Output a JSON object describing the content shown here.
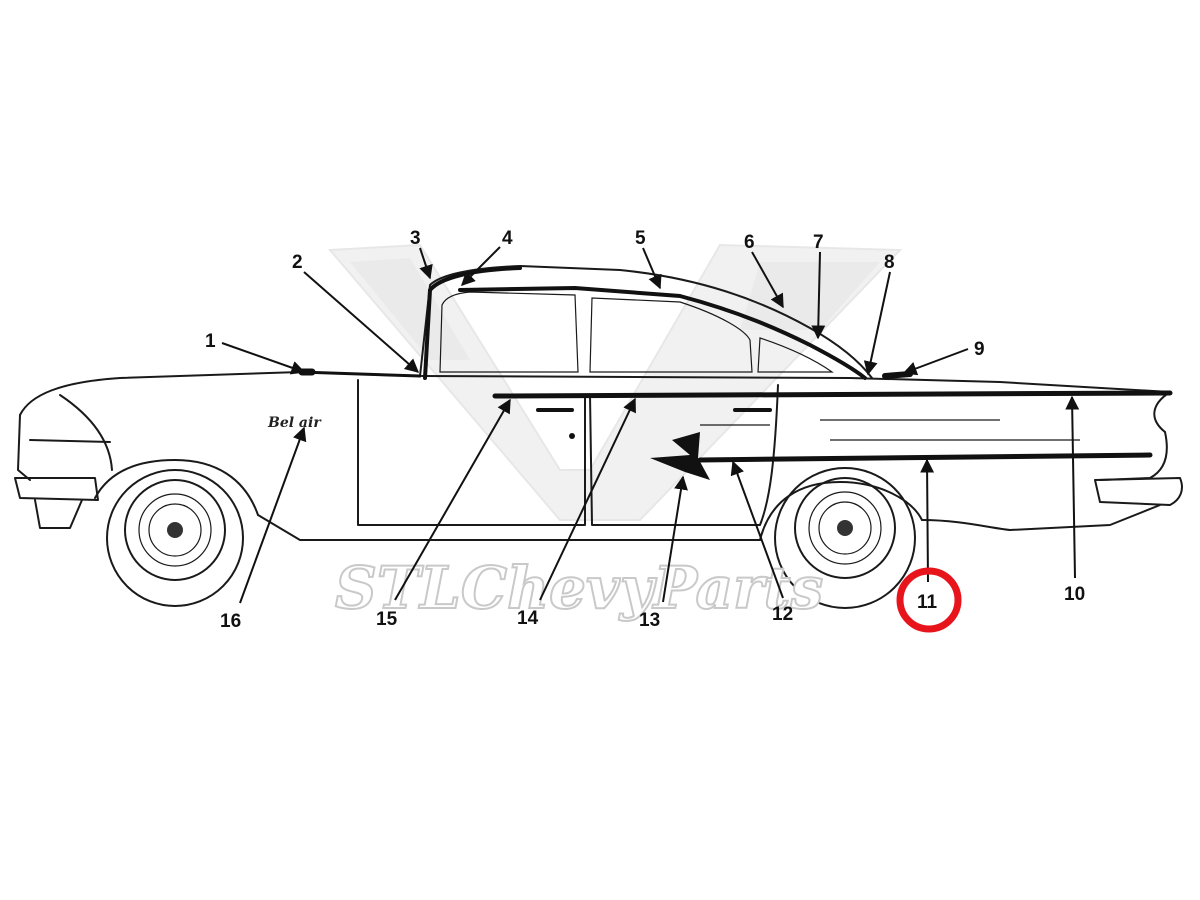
{
  "watermark": {
    "text": "STLChevyParts"
  },
  "badge": {
    "text": "Bel air"
  },
  "highlight": {
    "label": "11",
    "color": "#e8141c"
  },
  "callouts": [
    {
      "id": "c1",
      "label": "1"
    },
    {
      "id": "c2",
      "label": "2"
    },
    {
      "id": "c3",
      "label": "3"
    },
    {
      "id": "c4",
      "label": "4"
    },
    {
      "id": "c5",
      "label": "5"
    },
    {
      "id": "c6",
      "label": "6"
    },
    {
      "id": "c7",
      "label": "7"
    },
    {
      "id": "c8",
      "label": "8"
    },
    {
      "id": "c9",
      "label": "9"
    },
    {
      "id": "c10",
      "label": "10"
    },
    {
      "id": "c11",
      "label": "11"
    },
    {
      "id": "c12",
      "label": "12"
    },
    {
      "id": "c13",
      "label": "13"
    },
    {
      "id": "c14",
      "label": "14"
    },
    {
      "id": "c15",
      "label": "15"
    },
    {
      "id": "c16",
      "label": "16"
    }
  ]
}
